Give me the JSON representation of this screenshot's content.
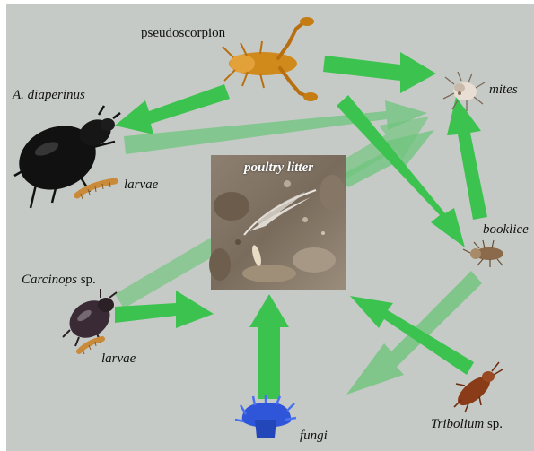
{
  "nodes": {
    "pseudoscorpion": {
      "label": "pseudoscorpion"
    },
    "a_diaperinus": {
      "label": "A. diaperinus"
    },
    "a_diaperinus_larvae": {
      "label": "larvae"
    },
    "mites": {
      "label": "mites"
    },
    "poultry_litter": {
      "label": "poultry litter"
    },
    "booklice": {
      "label": "booklice"
    },
    "carcinops": {
      "label_italic": "Carcinops",
      "label_plain": " sp."
    },
    "carcinops_larvae": {
      "label": "larvae"
    },
    "fungi": {
      "label": "fungi"
    },
    "tribolium": {
      "label_italic": "Tribolium",
      "label_plain": " sp."
    }
  },
  "colors": {
    "background": "#c6cac6",
    "arrow": "#3cc34f",
    "arrow_faded": "#6ec47c",
    "beetle": "#111111",
    "larvae": "#c98a3a",
    "fungi": "#2f56d8",
    "pseudoscorpion": "#d08a1c",
    "booklice": "#8a6a4a",
    "tribolium": "#8a3b17"
  },
  "icons": [
    "pseudoscorpion-icon",
    "beetle-icon",
    "larvae-icon",
    "mite-icon",
    "booklouse-icon",
    "carcinops-beetle-icon",
    "fungi-icon",
    "tribolium-beetle-icon",
    "poultry-litter-photo"
  ]
}
